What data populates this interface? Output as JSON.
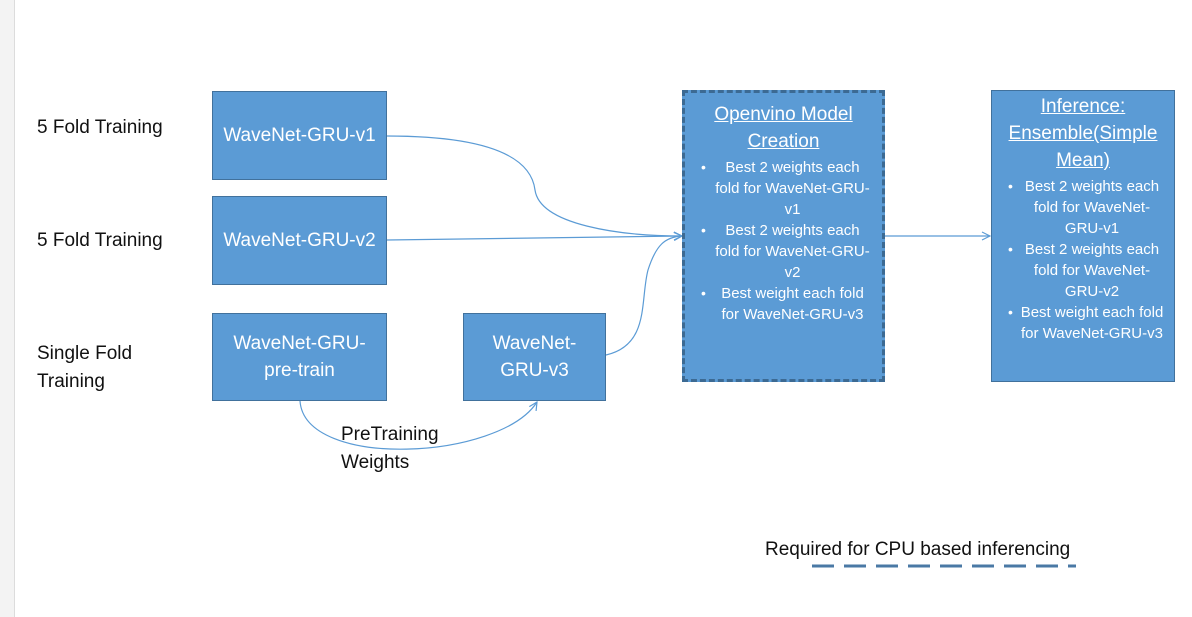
{
  "labels": {
    "row1": "5 Fold Training",
    "row2": "5 Fold Training",
    "row3": "Single Fold Training"
  },
  "nodes": {
    "v1": "WaveNet-GRU-v1",
    "v2": "WaveNet-GRU-v2",
    "pretrain": "WaveNet-GRU-pre-train",
    "v3": "WaveNet-GRU-v3"
  },
  "openvino": {
    "title": "Openvino Model Creation",
    "bullets": [
      "Best 2 weights each fold for WaveNet-GRU-v1",
      "Best 2 weights each fold for WaveNet-GRU-v2",
      "Best weight each fold for WaveNet-GRU-v3"
    ]
  },
  "inference": {
    "title": "Inference: Ensemble(Simple Mean)",
    "bullets": [
      "Best 2 weights each fold for WaveNet-GRU-v1",
      "Best 2 weights each fold for WaveNet-GRU-v2",
      "Best weight each fold for WaveNet-GRU-v3"
    ]
  },
  "edge_label": "PreTraining Weights",
  "legend": {
    "text": "Required for CPU based inferencing"
  },
  "colors": {
    "node_fill": "#5b9bd5",
    "node_border": "#41719c",
    "dashed_border": "#3c6a93",
    "connector": "#5b9bd5"
  }
}
